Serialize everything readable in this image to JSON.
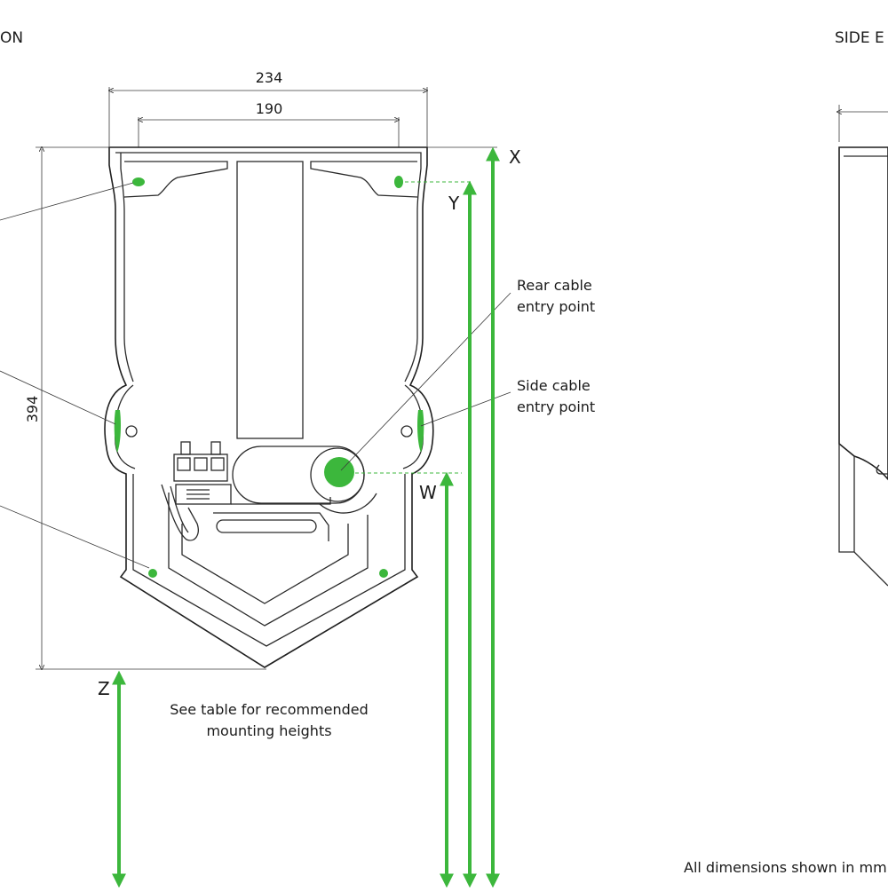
{
  "headings": {
    "front": "ON",
    "side": "SIDE E"
  },
  "dimensions": {
    "outer_width": "234",
    "hole_spacing": "190",
    "height": "394"
  },
  "heights": {
    "x": "X",
    "y": "Y",
    "w": "W",
    "z": "Z"
  },
  "callouts": {
    "rear_line1": "Rear cable",
    "rear_line2": "entry point",
    "side_line1": "Side cable",
    "side_line2": "entry point"
  },
  "note": {
    "line1": "See table for recommended",
    "line2": "mounting heights"
  },
  "footer": "All dimensions shown in mm",
  "colors": {
    "accent_green": "#3cb73c",
    "line": "#1f1f1f"
  }
}
